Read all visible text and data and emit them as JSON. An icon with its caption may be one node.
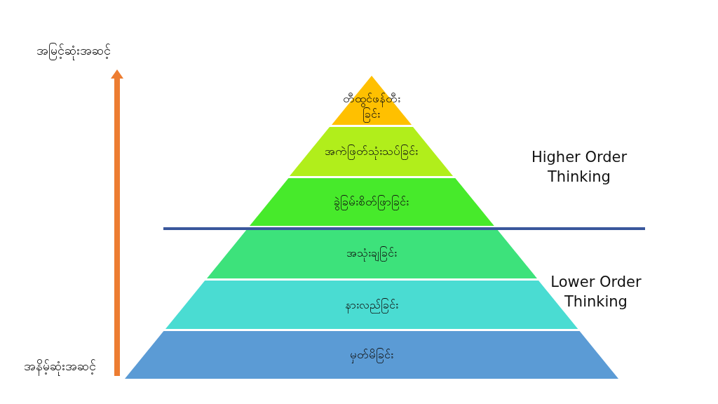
{
  "diagram": {
    "nodes": [
      {
        "text": [
          "တီထွင်ဖန်တီးခြင်း"
        ]
      },
      {
        "text": [
          "အကဲဖြတ်သုံးသပ်ခြင်း"
        ]
      },
      {
        "text": [
          "ခွဲခြမ်းစိတ်ဖြာခြင်း"
        ]
      },
      {
        "text": [
          "အသုံးချခြင်း"
        ]
      },
      {
        "text": [
          "နားလည်ခြင်း"
        ]
      },
      {
        "text": [
          "မှတ်မိခြင်း"
        ]
      }
    ],
    "labels": [
      "အမြင့်ဆုံးအဆင့်",
      "Higher Order Thinking",
      "Lower Order Thinking",
      "အနိမ့်ဆုံးအဆင့်"
    ]
  }
}
